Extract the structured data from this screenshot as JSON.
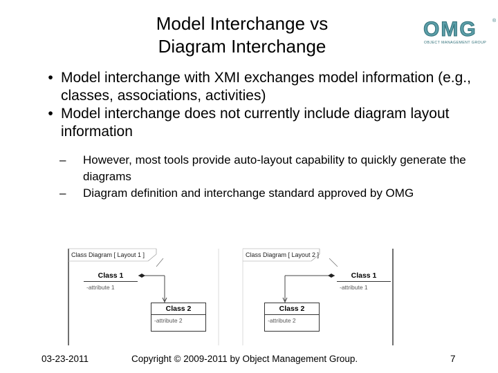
{
  "slide": {
    "title_line1": "Model Interchange vs",
    "title_line2": "Diagram Interchange",
    "logo_text": "OMG",
    "logo_subtext": "OBJECT MANAGEMENT GROUP",
    "bullets": [
      "Model interchange with XMI exchanges model information (e.g., classes, associations, activities)",
      "Model interchange does not currently include diagram layout information"
    ],
    "sub_bullets": [
      "However, most  tools provide auto-layout capability to quickly generate the diagrams",
      "Diagram definition and interchange standard approved by OMG"
    ],
    "bullet_symbol": "•",
    "dash_symbol": "–"
  },
  "diagrams": [
    {
      "frame_label": "Class Diagram [ Layout 1 ]",
      "class1": {
        "name": "Class 1",
        "attr": "-attribute 1"
      },
      "class2": {
        "name": "Class 2",
        "attr": "-attribute 2"
      }
    },
    {
      "frame_label": "Class Diagram [ Layout 2 ]",
      "class1": {
        "name": "Class 1",
        "attr": "-attribute 1"
      },
      "class2": {
        "name": "Class 2",
        "attr": "-attribute 2"
      }
    }
  ],
  "footer": {
    "date": "03-23-2011",
    "copyright": "Copyright © 2009-2011 by Object Management Group.",
    "page_number": "7"
  },
  "colors": {
    "logo_teal": "#5c9ea8"
  }
}
